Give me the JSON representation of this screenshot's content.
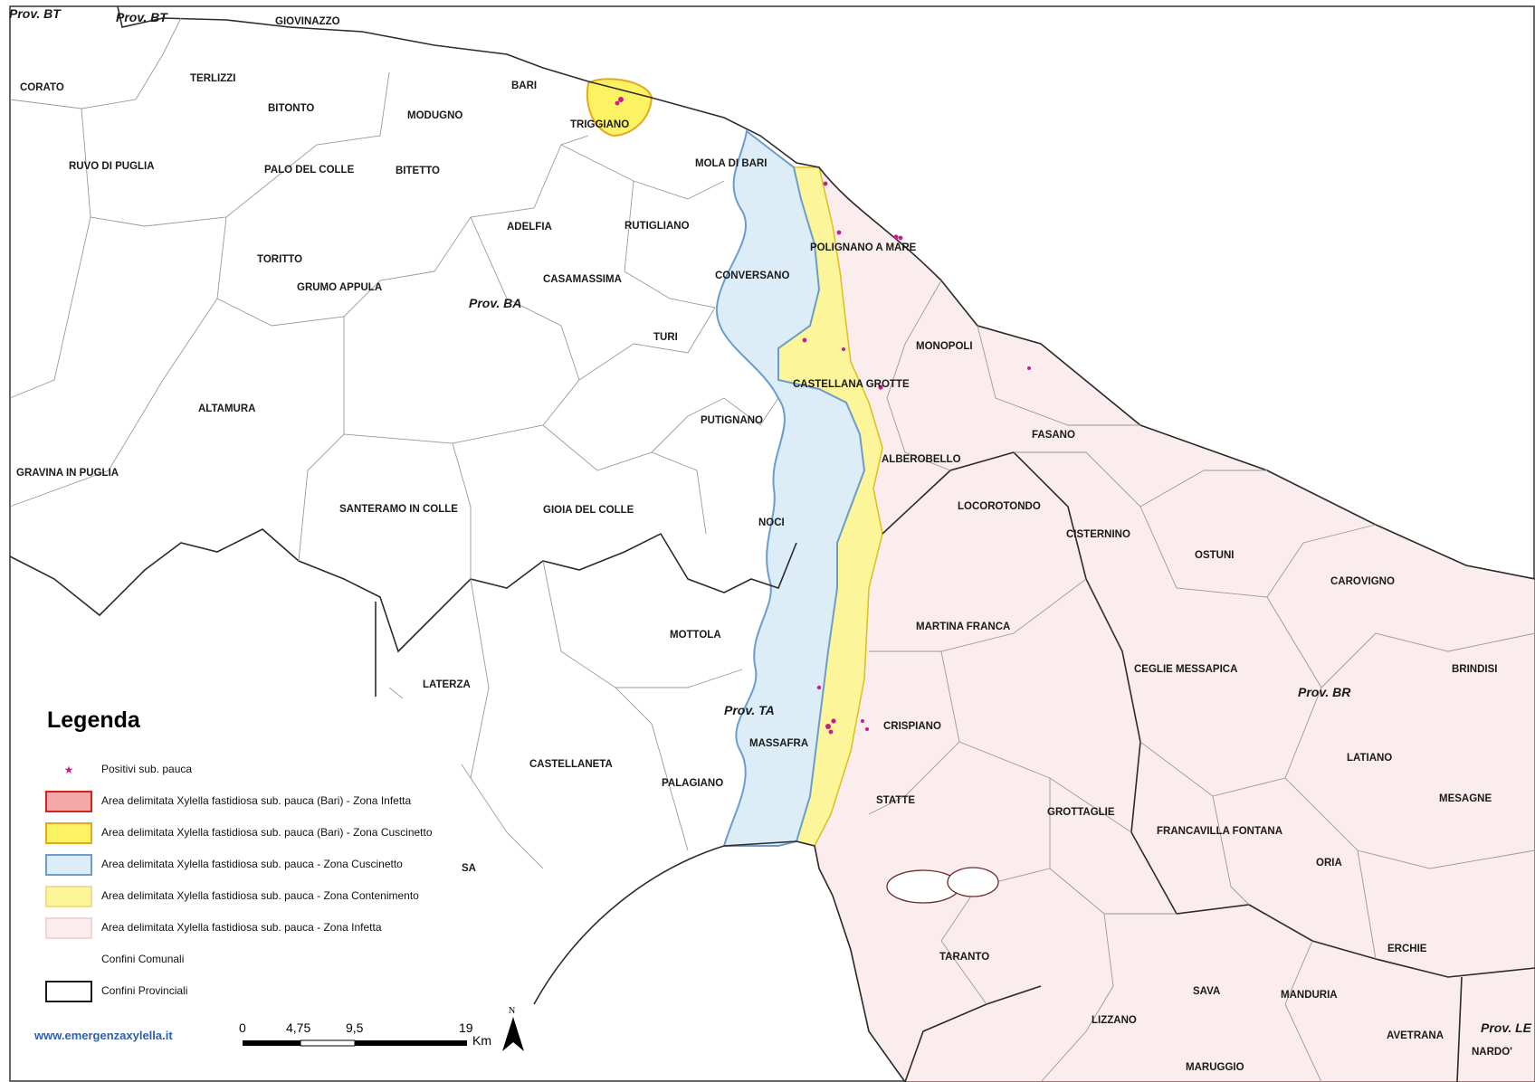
{
  "map": {
    "province_labels": [
      "Prov. BT",
      "Prov. BT",
      "Prov. BA",
      "Prov. TA",
      "Prov. BR",
      "Prov. LE"
    ],
    "municipalities": [
      "GIOVINAZZO",
      "CORATO",
      "TERLIZZI",
      "BARI",
      "BITONTO",
      "MODUGNO",
      "TRIGGIANO",
      "RUVO DI PUGLIA",
      "PALO DEL COLLE",
      "BITETTO",
      "MOLA DI BARI",
      "ADELFIA",
      "RUTIGLIANO",
      "POLIGNANO A MARE",
      "TORITTO",
      "GRUMO APPULA",
      "CASAMASSIMA",
      "CONVERSANO",
      "TURI",
      "MONOPOLI",
      "ALTAMURA",
      "CASTELLANA GROTTE",
      "PUTIGNANO",
      "FASANO",
      "ALBEROBELLO",
      "GRAVINA IN PUGLIA",
      "SANTERAMO IN COLLE",
      "GIOIA DEL COLLE",
      "LOCOROTONDO",
      "NOCI",
      "CISTERNINO",
      "OSTUNI",
      "CAROVIGNO",
      "MARTINA FRANCA",
      "MOTTOLA",
      "LATERZA",
      "CEGLIE MESSAPICA",
      "BRINDISI",
      "CRISPIANO",
      "MASSAFRA",
      "LATIANO",
      "CASTELLANETA",
      "PALAGIANO",
      "STATTE",
      "GROTTAGLIE",
      "MESAGNE",
      "FRANCAVILLA FONTANA",
      "ORIA",
      "ERCHIE",
      "TARANTO",
      "SAVA",
      "MANDURIA",
      "LIZZANO",
      "AVETRANA",
      "NARDO'",
      "MARUGGIO",
      "SA"
    ],
    "colors": {
      "zona_infetta": "#fbeced",
      "zona_contenimento": "#fdf59a",
      "zona_cuscinetto": "#dcedf8",
      "bari_cuscinetto": "#fbf264",
      "bari_infetta": "#f4a9a9",
      "positive_marker": "#c81e8c",
      "provincial_border": "#2b2b2b",
      "municipal_border": "#8c8c8c"
    }
  },
  "legend": {
    "title": "Legenda",
    "items": [
      {
        "label": "Positivi sub. pauca",
        "kind": "star"
      },
      {
        "label": "Area delimitata Xylella fastidiosa sub. pauca (Bari) - Zona Infetta",
        "kind": "bari-infetta"
      },
      {
        "label": "Area delimitata Xylella fastidiosa sub. pauca (Bari) - Zona Cuscinetto",
        "kind": "bari-cuscinetto"
      },
      {
        "label": "Area delimitata Xylella fastidiosa sub. pauca - Zona Cuscinetto",
        "kind": "cuscinetto"
      },
      {
        "label": "Area delimitata Xylella fastidiosa sub. pauca - Zona Contenimento",
        "kind": "contenimento"
      },
      {
        "label": "Area delimitata Xylella fastidiosa sub. pauca - Zona Infetta",
        "kind": "infetta"
      },
      {
        "label": "Confini Comunali",
        "kind": "comunali"
      },
      {
        "label": "Confini Provinciali",
        "kind": "provinciali"
      }
    ]
  },
  "scalebar": {
    "ticks": [
      "0",
      "4,75",
      "9,5",
      "19"
    ],
    "unit": "Km"
  },
  "north_label": "N",
  "website": "www.emergenzaxylella.it"
}
